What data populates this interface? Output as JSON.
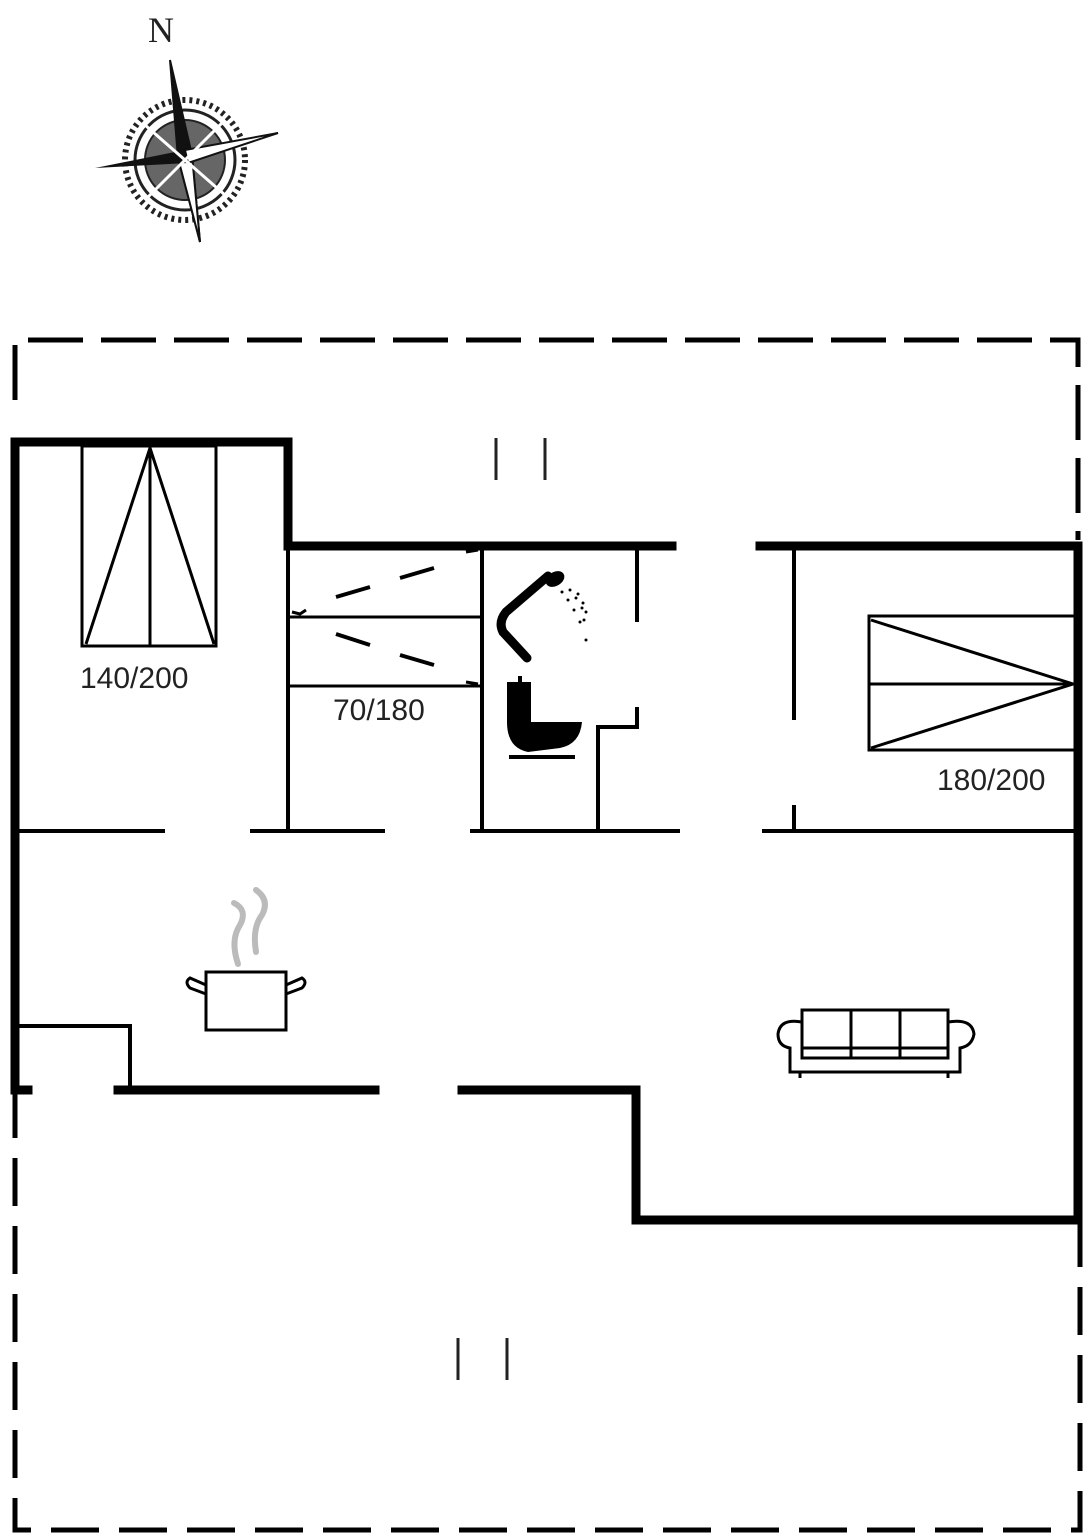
{
  "compass": {
    "north_label": "N"
  },
  "rooms": {
    "bedroom_1": {
      "bed_label": "140/200"
    },
    "bedroom_2": {
      "bed_label": "70/180"
    },
    "bedroom_3": {
      "bed_label": "180/200"
    },
    "bathroom": {
      "fixtures": [
        "shower",
        "toilet"
      ]
    },
    "kitchen": {
      "icon": "cooking-pot"
    },
    "living_room": {
      "icon": "sofa"
    }
  },
  "terraces": [
    "north-terrace",
    "south-terrace"
  ],
  "colors": {
    "wall": "#000000",
    "steam": "#bbbbbb",
    "background": "#ffffff"
  }
}
